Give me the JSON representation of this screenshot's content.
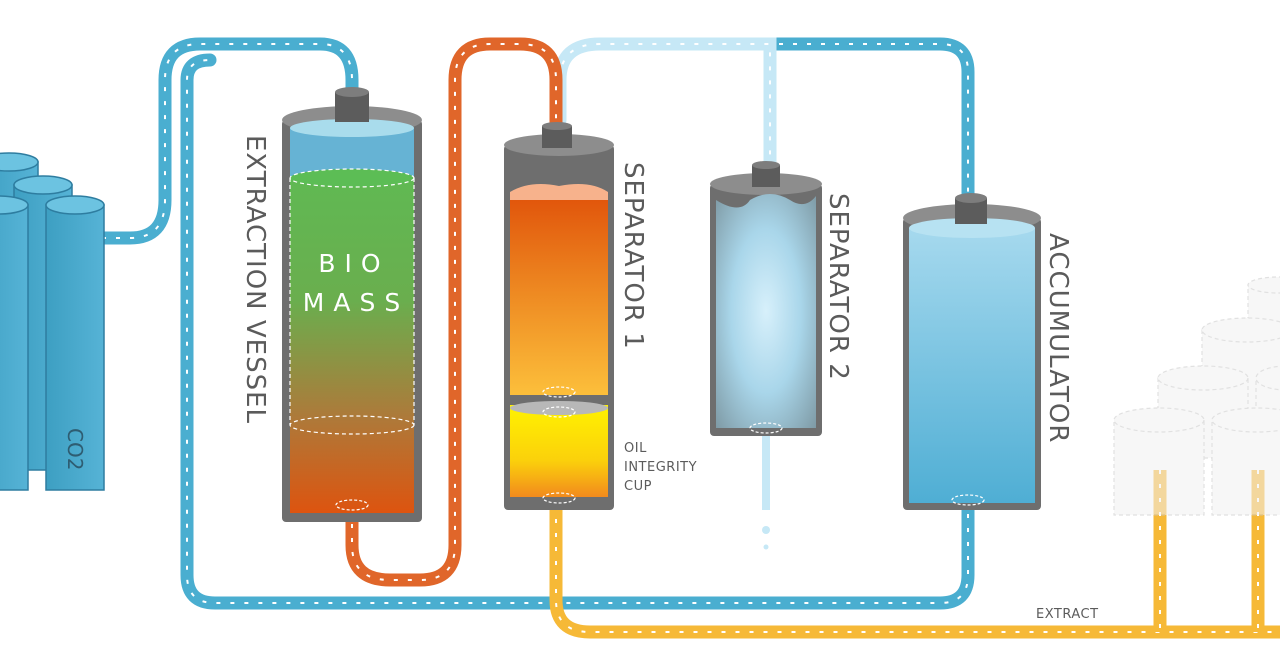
{
  "labels": {
    "co2": "CO2",
    "extraction_vessel": "EXTRACTION VESSEL",
    "bio": "BIO",
    "mass": "MASS",
    "separator_1": "SEPARATOR 1",
    "separator_2": "SEPARATOR 2",
    "accumulator": "ACCUMULATOR",
    "oil_integrity_line1": "OIL",
    "oil_integrity_line2": "INTEGRITY",
    "oil_integrity_line3": "CUP",
    "extract": "EXTRACT"
  },
  "colors": {
    "co2_pipe": "#4aaed0",
    "liquid_pipe": "#e0662a",
    "gas_pipe": "#c6e8f6",
    "extract_pipe": "#f6b937",
    "vessel_body": "#6e6e6e",
    "biomass_top": "#5cbd55",
    "biomass_bottom": "#d9530f",
    "accumulator_liquid": "#62b8da"
  }
}
